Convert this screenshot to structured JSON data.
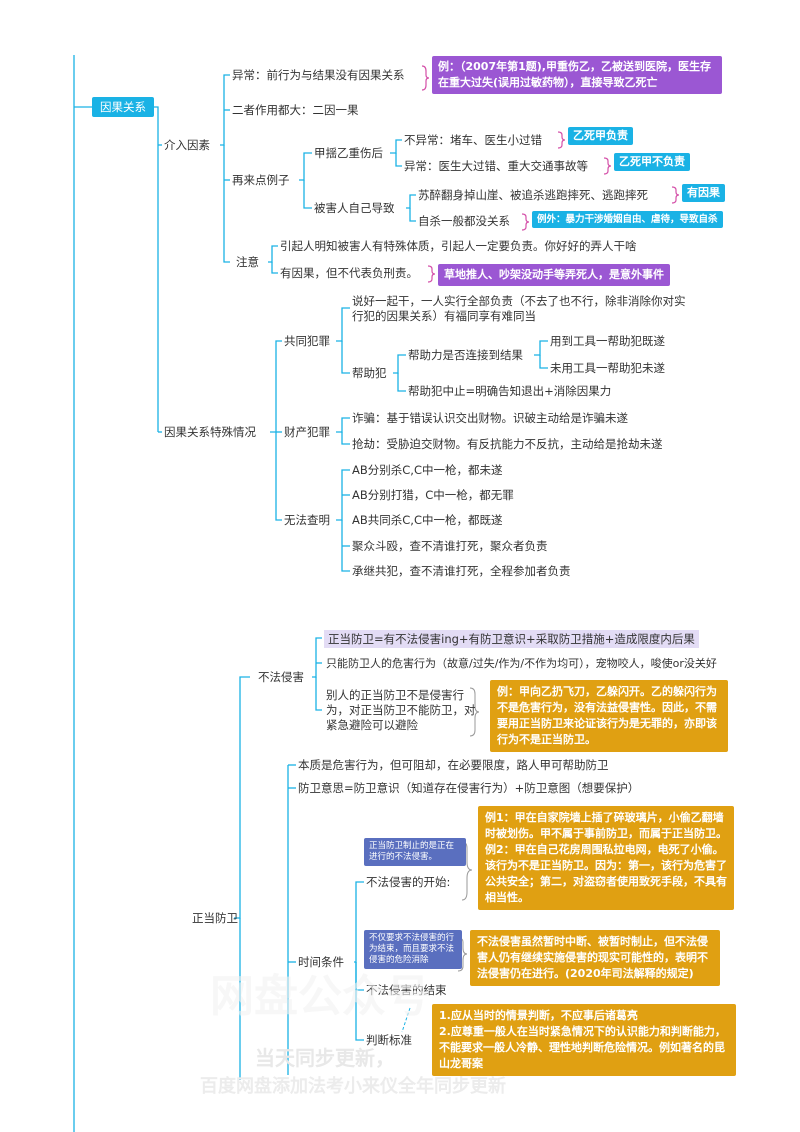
{
  "colors": {
    "line": "#1ab2e5",
    "blue": "#1ab2e5",
    "purple": "#9b57d3",
    "orange": "#e0a012",
    "lavender": "#e3dcf5",
    "slate": "#5a6fbf"
  },
  "root": "因果关系",
  "intervening": {
    "label": "介入因素",
    "abnormal": {
      "label": "异常：前行为与结果没有因果关系",
      "example": "例：（2007年第1题),甲重伤乙，乙被送到医院，医生存在重大过失(误用过敏药物），直接导致乙死亡"
    },
    "both_big": "二者作用都大：二因一果",
    "examples": {
      "label": "再来点例子",
      "jia": {
        "label": "甲揺乙重伤后",
        "normal": "不异常：堵车、医生小过错",
        "normal_tag": "乙死甲负责",
        "abnormal": "异常：医生大过错、重大交通事故等",
        "abnormal_tag": "乙死甲不负责"
      },
      "victim": {
        "label": "被害人自己导致",
        "a": "苏醉翻身掉山崖、被追杀逃跑摔死、逃跑摔死",
        "a_tag": "有因果",
        "b": "自杀一般都没关系",
        "b_tag": "例外：暴力干涉婚姻自由、虐待，导致自杀"
      }
    },
    "note": {
      "label": "注意",
      "a": "引起人明知被害人有特殊体质，引起人一定要负责。你好好的弄人干啥",
      "b": "有因果，但不代表负刑责。",
      "b_tag": "草地推人、吵架没动手等弄死人，是意外事件"
    }
  },
  "special": {
    "label": "因果关系特殊情况",
    "joint": {
      "label": "共同犯罪",
      "a": "说好一起干，一人实行全部负责（不去了也不行，除非消除你对实行犯的因果关系）有福同享有难同当",
      "help": {
        "label": "帮助犯",
        "q": "帮助力是否连接到结果",
        "used": "用到工具一帮助犯既遂",
        "unused": "未用工具一帮助犯未遂",
        "stop": "帮助犯中止=明确告知退出+消除因果力"
      }
    },
    "property": {
      "label": "财产犯罪",
      "fraud": "诈骗：基于错误认识交出财物。识破主动给是诈骗未遂",
      "robbery": "抢劫：受胁迫交财物。有反抗能力不反抗，主动给是抢劫未遂"
    },
    "unknown": {
      "label": "无法查明",
      "items": [
        "AB分别杀C,C中一枪，都未遂",
        "AB分别打猎，C中一枪，都无罪",
        "AB共同杀C,C中一枪，都既遂",
        "聚众斗殴，查不清谁打死，聚众者负责",
        "承继共犯，查不清谁打死，全程参加者负责"
      ]
    }
  },
  "defense": {
    "label": "正当防卫",
    "unlawful": {
      "label": "不法侵害",
      "formula": "正当防卫=有不法侵害ing+有防卫意识+采取防卫措施+造成限度内后果",
      "only": "只能防卫人的危害行为（故意/过失/作为/不作为均可），宠物咬人，唆使or没关好",
      "others": "别人的正当防卫不是侵害行为，对正当防卫不能防卫，对紧急避险可以避险",
      "others_ex": "例：甲向乙扔飞刀，乙躲闪开。乙的躲闪行为不是危害行为，没有法益侵害性。因此，不需要用正当防卫来论证该行为是无罪的，亦即该行为不是正当防卫。"
    },
    "nature": "本质是危害行为，但可阻却，在必要限度，路人甲可帮助防卫",
    "intent": "防卫意思=防卫意识（知道存在侵害行为）+防卫意图（想要保护）",
    "timing": {
      "label": "时间条件",
      "start": "不法侵害的开始:",
      "start_note": "正当防卫制止的是正在进行的不法侵害。",
      "start_ex": "例1：甲在自家院墙上插了碎玻璃片，小偷乙翻墙时被划伤。甲不属于事前防卫，而属于正当防卫。\n例2：甲在自己花房周围私拉电网，电死了小偷。该行为不是正当防卫。因为：第一，该行为危害了公共安全；第二，对盗窃者使用致死手段，不具有相当性。",
      "end": "不法侵害的结束",
      "end_note": "不仅要求不法侵害的行为结束，而且要求不法侵害的危险消除",
      "end_ex": "不法侵害虽然暂时中断、被暂时制止，但不法侵害人仍有继续实施侵害的现实可能性的，表明不法侵害仍在进行。(2020年司法解释的规定)",
      "judge": "判断标准",
      "judge_ex": "1.应从当时的情景判断，不应事后诸葛亮\n2.应尊重一般人在当时紧急情况下的认识能力和判断能力，不能要求一般人冷静、理性地判断危险情况。例如著名的昆山龙哥案"
    }
  },
  "watermark": {
    "a": "网盘公众号",
    "b": "当天同步更新，",
    "c": "百度网盘添加法考小来仪全年同步更新"
  }
}
